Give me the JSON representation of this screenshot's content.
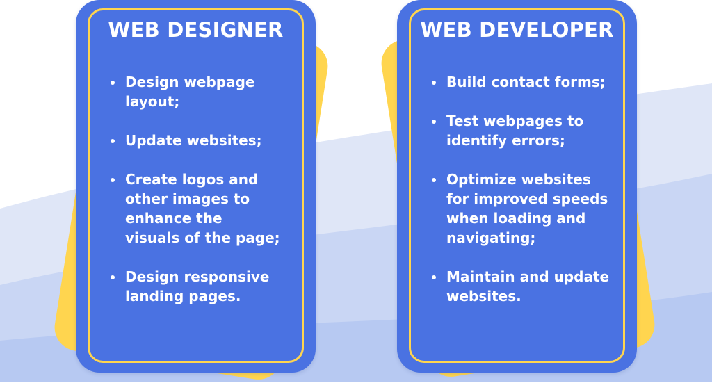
{
  "colors": {
    "card_blue": "#4a72e2",
    "accent_yellow": "#ffd54f",
    "text_white": "#ffffff"
  },
  "cards": [
    {
      "title": "WEB DESIGNER",
      "items": [
        "Design webpage layout;",
        "Update websites;",
        "Create logos and other images to enhance the visuals of the page;",
        "Design responsive landing pages."
      ]
    },
    {
      "title": "WEB DEVELOPER",
      "items": [
        "Build contact forms;",
        "Test webpages to identify errors;",
        "Optimize websites for improved speeds when loading and navigating;",
        "Maintain and update websites."
      ]
    }
  ]
}
